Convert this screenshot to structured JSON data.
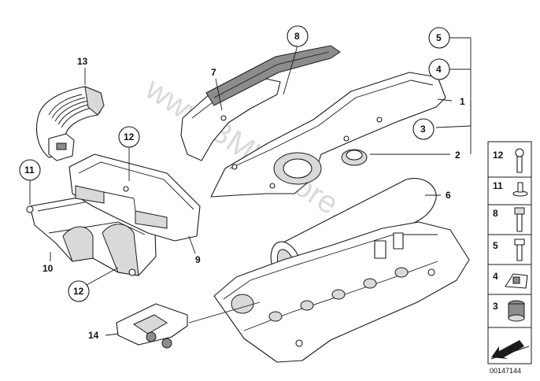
{
  "watermark": "www.BMWstore.pl",
  "document_number": "00147144",
  "callouts": {
    "c1": "1",
    "c2": "2",
    "c3": "3",
    "c4": "4",
    "c5": "5",
    "c6": "6",
    "c7": "7",
    "c8": "8",
    "c9": "9",
    "c10": "10",
    "c11": "11",
    "c12a": "12",
    "c12b": "12",
    "c13": "13",
    "c14": "14"
  },
  "legend": [
    "12",
    "11",
    "8",
    "5",
    "4",
    "3"
  ]
}
